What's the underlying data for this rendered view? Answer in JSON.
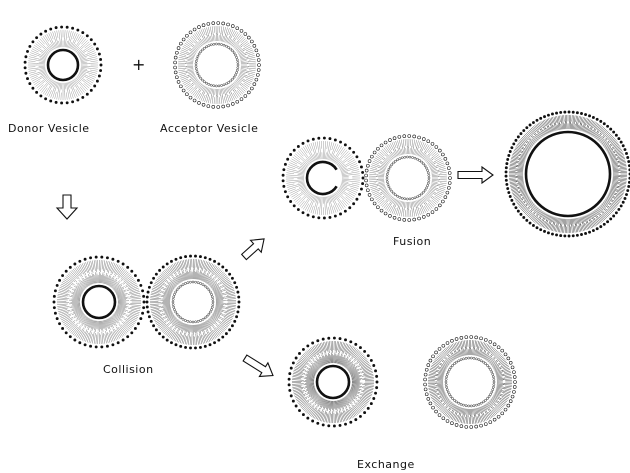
{
  "labels": {
    "donor": "Donor Vesicle",
    "acceptor": "Acceptor Vesicle",
    "plus": "+",
    "fusion": "Fusion",
    "collision": "Collision",
    "exchange": "Exchange"
  },
  "icons": {
    "arrow_style": "hollow-outline-arrow",
    "donor_outer_lipid": "filled-dot",
    "acceptor_outer_lipid": "open-circle"
  },
  "colors": {
    "ink": "#111111",
    "background": "#ffffff"
  }
}
